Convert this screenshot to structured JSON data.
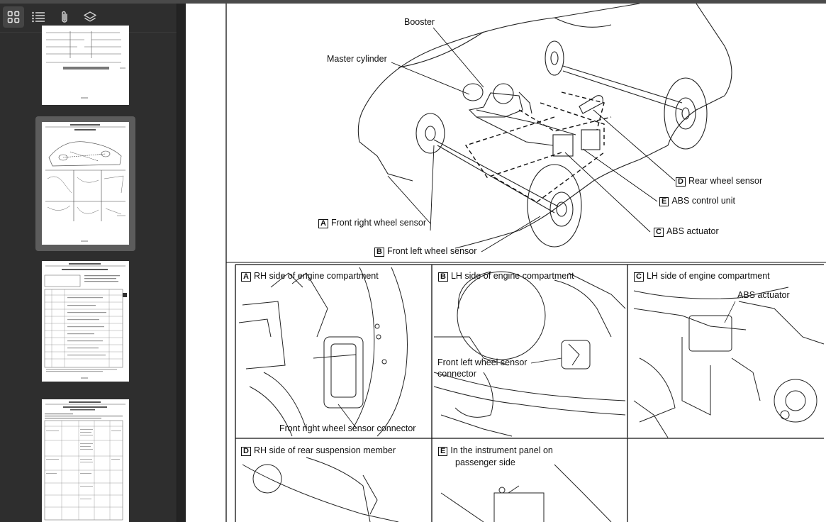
{
  "toolbar": {
    "buttons": [
      {
        "name": "thumbnails",
        "icon": "grid-icon",
        "active": true
      },
      {
        "name": "outline",
        "icon": "list-icon",
        "active": false
      },
      {
        "name": "attachments",
        "icon": "paperclip-icon",
        "active": false
      },
      {
        "name": "layers",
        "icon": "layers-icon",
        "active": false
      }
    ]
  },
  "thumbnails": {
    "selected_index": 1,
    "pages": [
      {
        "caption": ""
      },
      {
        "caption": "ANTILOCK BRAKE SYSTEM",
        "subcaption": "Component Parts Location"
      },
      {
        "caption": "ANTILOCK BRAKE SYSTEM"
      },
      {
        "caption": "ANTILOCK BRAKE SYSTEM"
      }
    ]
  },
  "diagram": {
    "labels": {
      "booster": "Booster",
      "master_cylinder": "Master cylinder",
      "rear_wheel_sensor": "Rear wheel sensor",
      "abs_control_unit": "ABS control unit",
      "abs_actuator": "ABS actuator",
      "front_right_wheel_sensor": "Front right wheel sensor",
      "front_left_wheel_sensor": "Front left wheel sensor"
    },
    "markers": {
      "a": "A",
      "b": "B",
      "c": "C",
      "d": "D",
      "e": "E"
    }
  },
  "panels": {
    "a": {
      "marker": "A",
      "title": "RH side of engine compartment",
      "caption": "Front right wheel sensor connector"
    },
    "b": {
      "marker": "B",
      "title": "LH side of engine compartment",
      "caption_line1": "Front left wheel sensor",
      "caption_line2": "connector"
    },
    "c": {
      "marker": "C",
      "title": "LH side of engine compartment",
      "caption": "ABS actuator"
    },
    "d": {
      "marker": "D",
      "title": "RH side of rear suspension member"
    },
    "e": {
      "marker": "E",
      "title_line1": "In the instrument panel on",
      "title_line2": "passenger side"
    }
  },
  "colors": {
    "sidebar_bg": "#2e2e2e",
    "viewer_bg": "#232323",
    "page_bg": "#ffffff",
    "active_button": "#454545",
    "selected_thumb_frame": "#5c5c5c"
  }
}
